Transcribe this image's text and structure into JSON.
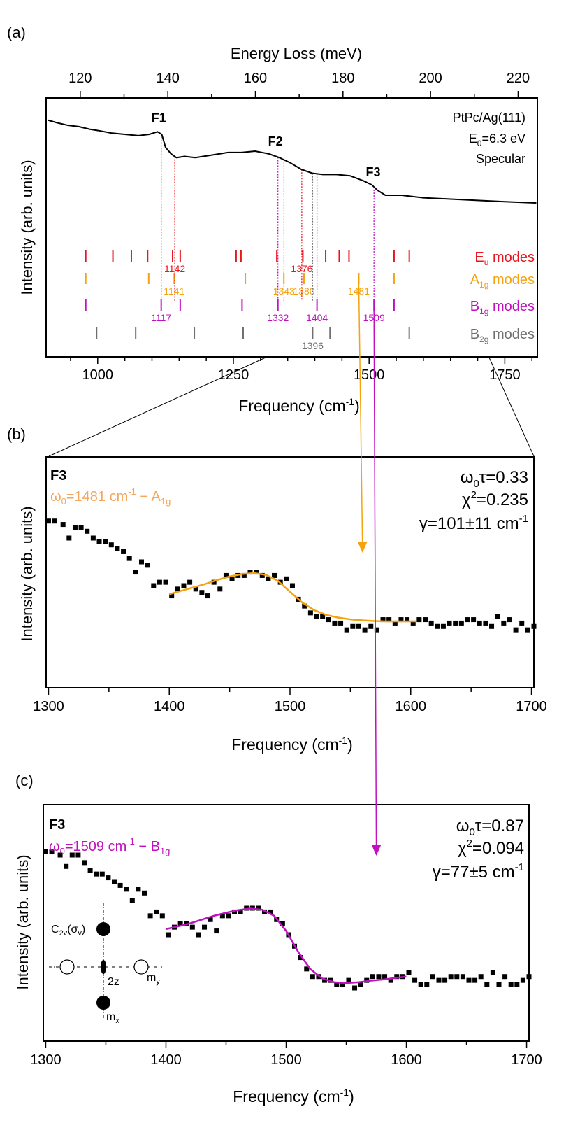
{
  "chart_data": [
    {
      "id": "a",
      "panel_label": "(a)",
      "type": "line",
      "xlabel_top": "Energy Loss (meV)",
      "xlabel": "Frequency (cm",
      "xlabel_sup": "-1",
      "xlabel_close": ")",
      "ylabel": "Intensity (arb. units)",
      "xlim": [
        905,
        1810
      ],
      "top_xlim": [
        112.2,
        224.4
      ],
      "x_ticks": [
        1000,
        1250,
        1500,
        1750
      ],
      "x_tick_labels": [
        "1000",
        "1250",
        "1500",
        "1750"
      ],
      "top_ticks": [
        120,
        140,
        160,
        180,
        200,
        220
      ],
      "top_tick_labels": [
        "120",
        "140",
        "160",
        "180",
        "200",
        "220"
      ],
      "info_lines": [
        "PtPc/Ag(111)",
        "E",
        "0",
        "=6.3 eV",
        "Specular"
      ],
      "peaks": [
        {
          "label": "F1",
          "x": 1115
        },
        {
          "label": "F2",
          "x": 1330
        },
        {
          "label": "F3",
          "x": 1510
        }
      ],
      "spectrum": {
        "x": [
          908,
          925,
          945,
          965,
          985,
          1000,
          1025,
          1050,
          1075,
          1095,
          1110,
          1118,
          1125,
          1135,
          1145,
          1160,
          1180,
          1210,
          1240,
          1265,
          1290,
          1315,
          1335,
          1355,
          1375,
          1395,
          1415,
          1440,
          1465,
          1490,
          1505,
          1515,
          1530,
          1560,
          1600,
          1650,
          1700,
          1750,
          1808
        ],
        "y": [
          0.91,
          0.89,
          0.87,
          0.86,
          0.84,
          0.83,
          0.81,
          0.8,
          0.79,
          0.8,
          0.82,
          0.8,
          0.7,
          0.65,
          0.62,
          0.63,
          0.62,
          0.64,
          0.66,
          0.66,
          0.67,
          0.65,
          0.62,
          0.58,
          0.53,
          0.5,
          0.49,
          0.49,
          0.48,
          0.44,
          0.41,
          0.37,
          0.33,
          0.33,
          0.31,
          0.3,
          0.29,
          0.28,
          0.27
        ]
      },
      "mode_rows": [
        {
          "name": "E",
          "sub": "u",
          "suffix": " modes",
          "color": "#e8141e",
          "positions": [
            978,
            1028,
            1062,
            1092,
            1138,
            1152,
            1255,
            1264,
            1330,
            1378,
            1420,
            1445,
            1463,
            1546,
            1574
          ],
          "labels": [
            {
              "x": 1142,
              "text": "1142"
            },
            {
              "x": 1376,
              "text": "1376"
            }
          ]
        },
        {
          "name": "A",
          "sub": "1g",
          "suffix": " modes",
          "color": "#f5a20c",
          "positions": [
            978,
            1094,
            1141,
            1272,
            1343,
            1380,
            1481,
            1546
          ],
          "labels": [
            {
              "x": 1141,
              "text": "1141"
            },
            {
              "x": 1343,
              "text": "1343"
            },
            {
              "x": 1380,
              "text": "1380"
            },
            {
              "x": 1481,
              "text": "1481"
            }
          ]
        },
        {
          "name": "B",
          "sub": "1g",
          "suffix": " modes",
          "color": "#c010c0",
          "positions": [
            978,
            1117,
            1152,
            1266,
            1332,
            1404,
            1509,
            1546
          ],
          "labels": [
            {
              "x": 1117,
              "text": "1117"
            },
            {
              "x": 1332,
              "text": "1332"
            },
            {
              "x": 1404,
              "text": "1404"
            },
            {
              "x": 1509,
              "text": "1509"
            }
          ]
        },
        {
          "name": "B",
          "sub": "2g",
          "suffix": " modes",
          "color": "#707070",
          "positions": [
            998,
            1070,
            1178,
            1268,
            1396,
            1428,
            1574
          ],
          "labels": [
            {
              "x": 1396,
              "text": "1396"
            }
          ]
        }
      ]
    },
    {
      "id": "b",
      "panel_label": "(b)",
      "type": "scatter",
      "xlabel": "Frequency (cm",
      "xlabel_sup": "-1",
      "xlabel_close": ")",
      "ylabel": "Intensity (arb. units)",
      "xlim": [
        1298,
        1702
      ],
      "x_ticks": [
        1300,
        1400,
        1500,
        1600,
        1700
      ],
      "x_tick_labels": [
        "1300",
        "1400",
        "1500",
        "1600",
        "1700"
      ],
      "peak_label": "F3",
      "omega_label": "ω",
      "omega_sub": "0",
      "omega_value": "=1481 cm",
      "omega_sup": "-1",
      "omega_mode": " − A",
      "omega_mode_sub": "1g",
      "omega_color": "#f5a55a",
      "fit_color": "#f5a20c",
      "stats": [
        {
          "pre": "ω",
          "sub": "0",
          "post": "τ=0.33",
          "sup": ""
        },
        {
          "pre": "χ",
          "sup": "2",
          "post": "=0.235",
          "sub": ""
        },
        {
          "pre": "γ=101±11 cm",
          "sup": "-1",
          "post": "",
          "sub": ""
        }
      ],
      "points": {
        "x": [
          1300,
          1305,
          1312,
          1317,
          1322,
          1327,
          1332,
          1337,
          1342,
          1347,
          1352,
          1357,
          1362,
          1367,
          1372,
          1377,
          1382,
          1387,
          1392,
          1397,
          1402,
          1407,
          1412,
          1417,
          1422,
          1427,
          1432,
          1437,
          1442,
          1447,
          1452,
          1457,
          1462,
          1467,
          1472,
          1477,
          1482,
          1487,
          1492,
          1497,
          1502,
          1507,
          1512,
          1517,
          1522,
          1527,
          1532,
          1537,
          1542,
          1547,
          1552,
          1557,
          1562,
          1567,
          1572,
          1577,
          1582,
          1587,
          1592,
          1597,
          1602,
          1607,
          1612,
          1617,
          1622,
          1627,
          1632,
          1637,
          1642,
          1647,
          1652,
          1657,
          1662,
          1667,
          1672,
          1677,
          1682,
          1687,
          1692,
          1697,
          1702
        ],
        "y": [
          0.83,
          0.83,
          0.82,
          0.78,
          0.81,
          0.81,
          0.8,
          0.78,
          0.77,
          0.77,
          0.76,
          0.75,
          0.74,
          0.72,
          0.68,
          0.71,
          0.7,
          0.64,
          0.65,
          0.65,
          0.61,
          0.63,
          0.64,
          0.65,
          0.63,
          0.62,
          0.61,
          0.65,
          0.63,
          0.67,
          0.66,
          0.67,
          0.67,
          0.68,
          0.68,
          0.67,
          0.66,
          0.67,
          0.65,
          0.66,
          0.64,
          0.6,
          0.58,
          0.56,
          0.55,
          0.55,
          0.54,
          0.53,
          0.53,
          0.51,
          0.52,
          0.52,
          0.51,
          0.52,
          0.51,
          0.54,
          0.54,
          0.53,
          0.54,
          0.54,
          0.53,
          0.54,
          0.54,
          0.53,
          0.52,
          0.52,
          0.53,
          0.53,
          0.53,
          0.54,
          0.54,
          0.53,
          0.53,
          0.52,
          0.55,
          0.53,
          0.54,
          0.51,
          0.53,
          0.51,
          0.52
        ]
      },
      "fit": {
        "x": [
          1400,
          1410,
          1420,
          1430,
          1440,
          1450,
          1460,
          1470,
          1480,
          1490,
          1500,
          1510,
          1520,
          1530,
          1540,
          1550,
          1560,
          1570,
          1580,
          1590,
          1600,
          1605
        ],
        "y": [
          0.615,
          0.625,
          0.635,
          0.645,
          0.657,
          0.667,
          0.674,
          0.677,
          0.672,
          0.654,
          0.622,
          0.591,
          0.568,
          0.554,
          0.546,
          0.541,
          0.538,
          0.536,
          0.535,
          0.535,
          0.535,
          0.535
        ]
      }
    },
    {
      "id": "c",
      "panel_label": "(c)",
      "type": "scatter",
      "xlabel": "Frequency (cm",
      "xlabel_sup": "-1",
      "xlabel_close": ")",
      "ylabel": "Intensity (arb. units)",
      "xlim": [
        1298,
        1702
      ],
      "x_ticks": [
        1300,
        1400,
        1500,
        1600,
        1700
      ],
      "x_tick_labels": [
        "1300",
        "1400",
        "1500",
        "1600",
        "1700"
      ],
      "peak_label": "F3",
      "omega_label": "ω",
      "omega_sub": "0",
      "omega_value": "=1509 cm",
      "omega_sup": "-1",
      "omega_mode": " − B",
      "omega_mode_sub": "1g",
      "omega_color": "#c010c0",
      "fit_color": "#c010c0",
      "stats": [
        {
          "pre": "ω",
          "sub": "0",
          "post": "τ=0.87",
          "sup": ""
        },
        {
          "pre": "χ",
          "sup": "2",
          "post": "=0.094",
          "sub": ""
        },
        {
          "pre": "γ=77±5 cm",
          "sup": "-1",
          "post": "",
          "sub": ""
        }
      ],
      "symmetry": {
        "c2v": "C",
        "c2v_sub": "2v",
        "c2v_post": "(σ",
        "c2v_sub2": "v",
        "c2v_close": ")",
        "axis": "2z",
        "my": "m",
        "my_sub": "y",
        "mx": "m",
        "mx_sub": "x"
      },
      "points": {
        "x": [
          1300,
          1305,
          1312,
          1317,
          1322,
          1327,
          1332,
          1337,
          1342,
          1347,
          1352,
          1357,
          1362,
          1367,
          1372,
          1377,
          1382,
          1387,
          1392,
          1397,
          1402,
          1407,
          1412,
          1417,
          1422,
          1427,
          1432,
          1437,
          1442,
          1447,
          1452,
          1457,
          1462,
          1467,
          1472,
          1477,
          1482,
          1487,
          1492,
          1497,
          1502,
          1507,
          1512,
          1517,
          1522,
          1527,
          1532,
          1537,
          1542,
          1547,
          1552,
          1557,
          1562,
          1567,
          1572,
          1577,
          1582,
          1587,
          1592,
          1597,
          1602,
          1607,
          1612,
          1617,
          1622,
          1627,
          1632,
          1637,
          1642,
          1647,
          1652,
          1657,
          1662,
          1667,
          1672,
          1677,
          1682,
          1687,
          1692,
          1697,
          1702
        ],
        "y": [
          0.86,
          0.86,
          0.85,
          0.82,
          0.85,
          0.85,
          0.83,
          0.81,
          0.8,
          0.8,
          0.79,
          0.78,
          0.77,
          0.76,
          0.73,
          0.76,
          0.75,
          0.69,
          0.7,
          0.69,
          0.64,
          0.66,
          0.67,
          0.67,
          0.66,
          0.64,
          0.66,
          0.68,
          0.65,
          0.69,
          0.69,
          0.7,
          0.7,
          0.71,
          0.71,
          0.71,
          0.7,
          0.7,
          0.68,
          0.67,
          0.64,
          0.61,
          0.58,
          0.55,
          0.53,
          0.53,
          0.52,
          0.52,
          0.51,
          0.51,
          0.52,
          0.5,
          0.51,
          0.52,
          0.53,
          0.53,
          0.53,
          0.52,
          0.53,
          0.53,
          0.54,
          0.52,
          0.51,
          0.51,
          0.53,
          0.52,
          0.52,
          0.53,
          0.53,
          0.53,
          0.52,
          0.52,
          0.53,
          0.51,
          0.54,
          0.51,
          0.53,
          0.51,
          0.51,
          0.52,
          0.53
        ]
      },
      "fit": {
        "x": [
          1400,
          1410,
          1420,
          1430,
          1440,
          1450,
          1460,
          1470,
          1480,
          1490,
          1500,
          1510,
          1520,
          1530,
          1540,
          1550,
          1560,
          1570,
          1580,
          1590,
          1600
        ],
        "y": [
          0.655,
          0.662,
          0.67,
          0.68,
          0.69,
          0.698,
          0.705,
          0.709,
          0.706,
          0.69,
          0.65,
          0.595,
          0.55,
          0.525,
          0.515,
          0.513,
          0.515,
          0.519,
          0.522,
          0.526,
          0.53
        ]
      }
    }
  ]
}
